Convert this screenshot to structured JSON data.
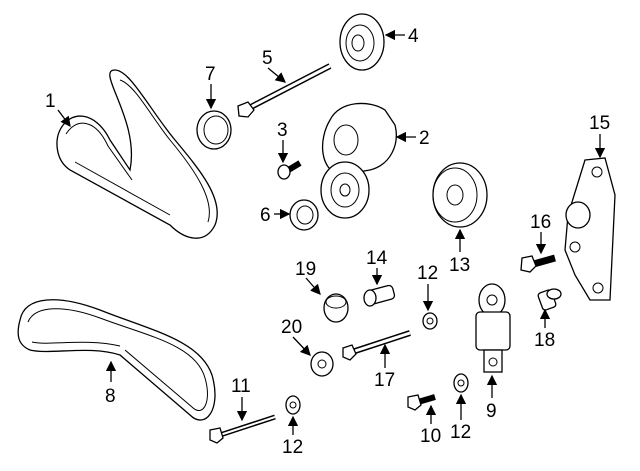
{
  "callouts": {
    "c1": "1",
    "c2": "2",
    "c3": "3",
    "c4": "4",
    "c5": "5",
    "c6": "6",
    "c7": "7",
    "c8": "8",
    "c9": "9",
    "c10": "10",
    "c11": "11",
    "c12a": "12",
    "c12b": "12",
    "c12c": "12",
    "c13": "13",
    "c14": "14",
    "c15": "15",
    "c16": "16",
    "c17": "17",
    "c18": "18",
    "c19": "19",
    "c20": "20"
  }
}
